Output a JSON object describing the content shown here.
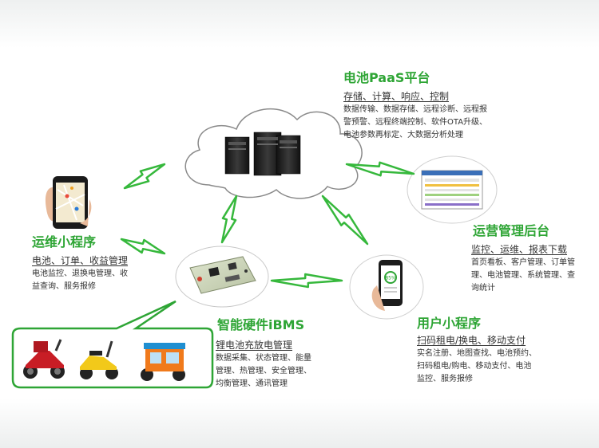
{
  "colors": {
    "accent_green": "#2ea535",
    "bolt_green": "#36b83c",
    "text_dark": "#333333",
    "cloud_stroke": "#8a8a8a"
  },
  "nodes": {
    "paas": {
      "title": "电池PaaS平台",
      "subtitle": "存储、计算、响应、控制",
      "desc": "数据传输、数据存储、远程诊断、远程报\n警预警、远程终端控制、软件OTA升级、\n电池参数再标定、大数据分析处理",
      "icon": "server-cluster-icon"
    },
    "ops_app": {
      "title": "运维小程序",
      "subtitle": "电池、订单、收益管理",
      "desc": "电池监控、退换电管理、收\n益查询、服务报修",
      "icon": "smartphone-map-icon"
    },
    "backend": {
      "title": "运营管理后台",
      "subtitle": "监控、运维、报表下载",
      "desc": "首页看板、客户管理、订单管\n理、电池管理、系统管理、查\n询统计",
      "icon": "dashboard-screen-icon"
    },
    "ibms": {
      "title": "智能硬件iBMS",
      "subtitle": "锂电池充放电管理",
      "desc": "数据采集、状态管理、能量\n管理、热管理、安全管理、\n均衡管理、通讯管理",
      "icon": "circuit-board-icon"
    },
    "user_app": {
      "title": "用户小程序",
      "subtitle": "扫码租电/换电、移动支付",
      "desc": "实名注册、地图查找、电池预约、\n扫码租电/购电、移动支付、电池\n监控、服务报修",
      "icon": "smartphone-battery-icon"
    }
  },
  "vehicles": [
    "scooter-red-icon",
    "scooter-yellow-icon",
    "tricycle-orange-icon"
  ],
  "battery_display": "85%"
}
